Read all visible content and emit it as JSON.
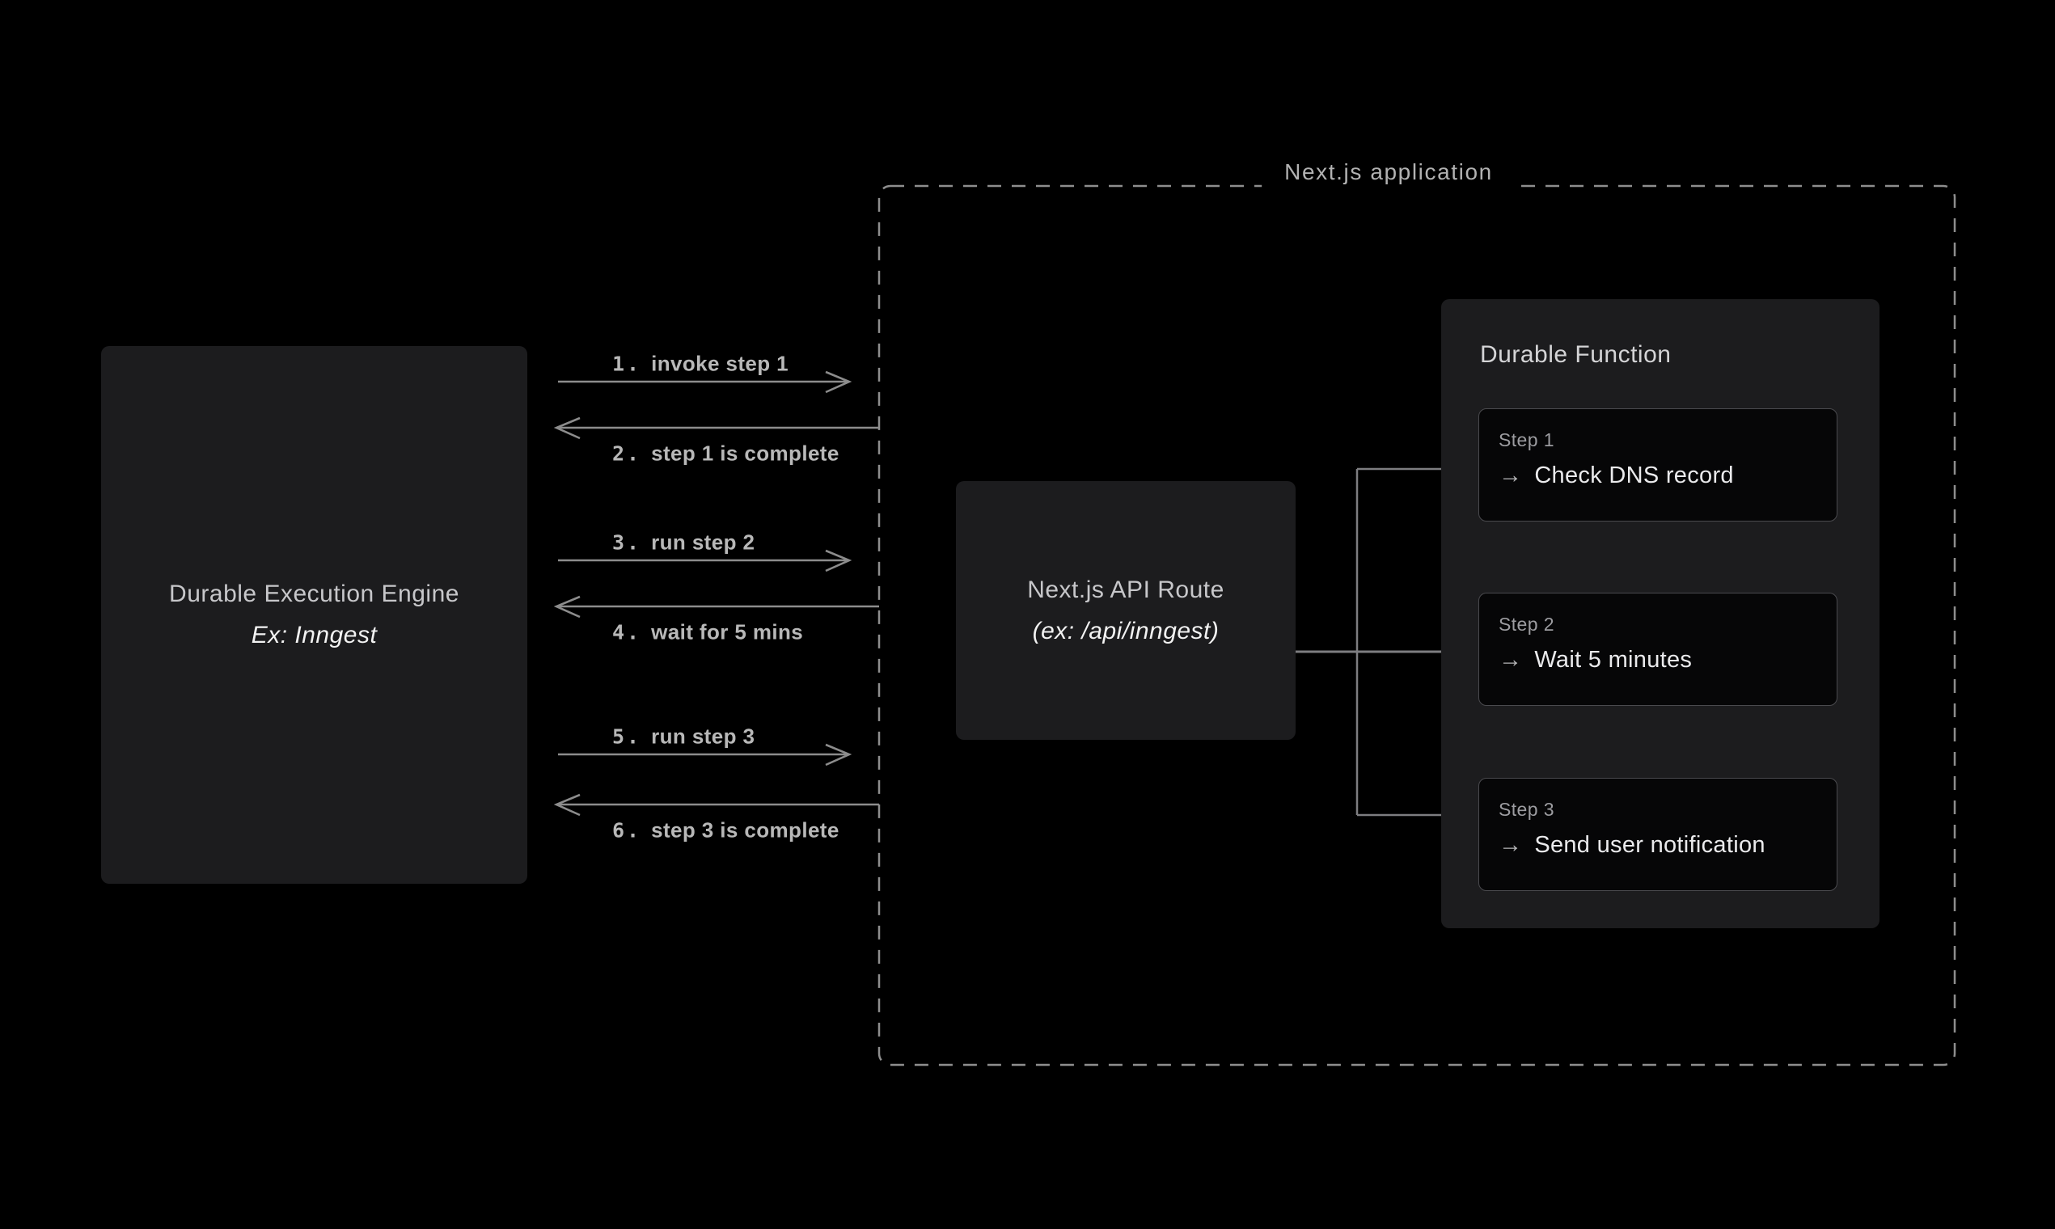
{
  "engine_box": {
    "title": "Durable Execution Engine",
    "subtitle": "Ex: Inngest"
  },
  "messages": [
    {
      "num": "1.",
      "text": "invoke step 1",
      "direction": "right"
    },
    {
      "num": "2.",
      "text": "step 1 is complete",
      "direction": "left"
    },
    {
      "num": "3.",
      "text": "run step 2",
      "direction": "right"
    },
    {
      "num": "4.",
      "text": "wait for 5 mins",
      "direction": "left"
    },
    {
      "num": "5.",
      "text": "run step 3",
      "direction": "right"
    },
    {
      "num": "6.",
      "text": "step 3 is complete",
      "direction": "left"
    }
  ],
  "nextjs_app": {
    "label": "Next.js application"
  },
  "api_route_box": {
    "title": "Next.js API Route",
    "subtitle": "(ex: /api/inngest)"
  },
  "durable_function": {
    "title": "Durable Function",
    "steps": [
      {
        "label": "Step 1",
        "arrow_icon": "→",
        "action": "Check DNS record"
      },
      {
        "label": "Step 2",
        "arrow_icon": "→",
        "action": "Wait 5 minutes"
      },
      {
        "label": "Step 3",
        "arrow_icon": "→",
        "action": "Send user notification"
      }
    ]
  },
  "colors": {
    "background": "#000000",
    "box_fill": "#1c1c1e",
    "step_fill": "#060607",
    "step_border": "#4a4a4e",
    "line_gray": "#8c8c8c",
    "dash_gray": "#8e8e8e",
    "connector_gray": "#7d7d80",
    "label_gray": "#b8b8b8"
  }
}
